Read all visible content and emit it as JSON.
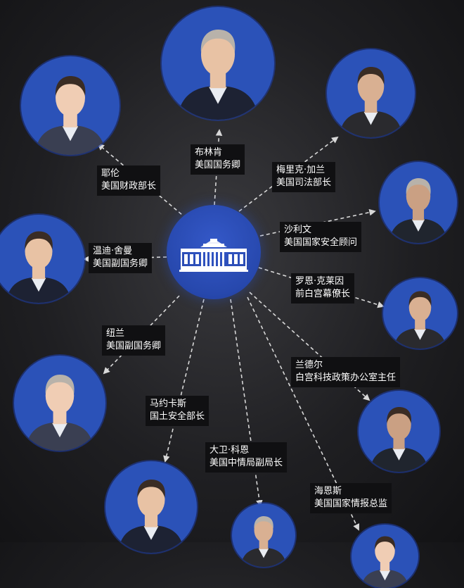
{
  "center": {
    "icon": "white-house-icon"
  },
  "people": [
    {
      "id": "blinken",
      "name": "布林肯",
      "title": "美国国务卿"
    },
    {
      "id": "garland",
      "name": "梅里克·加兰",
      "title": "美国司法部长"
    },
    {
      "id": "yellen",
      "name": "耶伦",
      "title": "美国财政部长"
    },
    {
      "id": "sullivan",
      "name": "沙利文",
      "title": "美国国家安全顾问"
    },
    {
      "id": "sherman",
      "name": "温迪·舍曼",
      "title": "美国副国务卿"
    },
    {
      "id": "klain",
      "name": "罗恩·克莱因",
      "title": "前白宫幕僚长"
    },
    {
      "id": "nuland",
      "name": "纽兰",
      "title": "美国副国务卿"
    },
    {
      "id": "lander",
      "name": "兰德尔",
      "title": "白宫科技政策办公室主任"
    },
    {
      "id": "mayorkas",
      "name": "马约卡斯",
      "title": "国土安全部长"
    },
    {
      "id": "cohen",
      "name": "大卫·科恩",
      "title": "美国中情局副局长"
    },
    {
      "id": "haines",
      "name": "海恩斯",
      "title": "美国国家情报总监"
    }
  ],
  "colors": {
    "hub": "#2748ad",
    "portrait_bg": "#2b52b8",
    "label_bg": "#101012",
    "connector": "#d8d8d8"
  }
}
